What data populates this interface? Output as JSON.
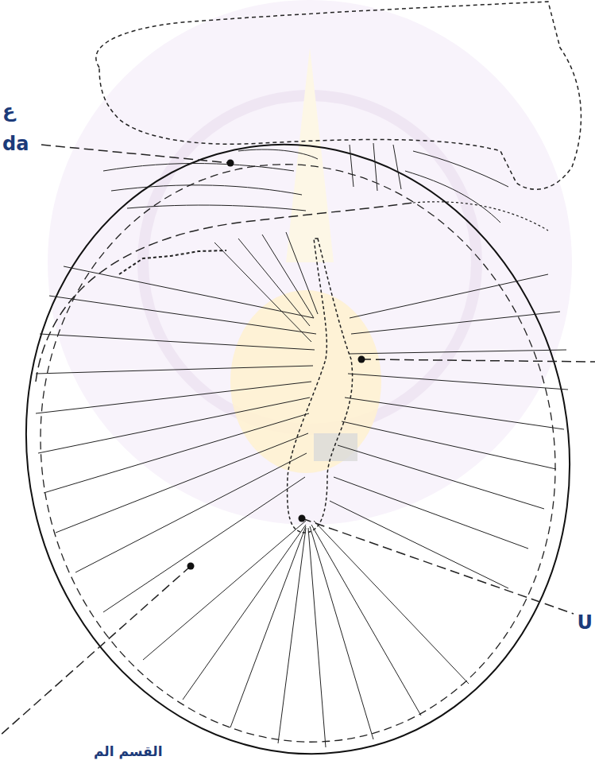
{
  "diagram": {
    "labels": [
      "ع",
      "da",
      "U",
      "القسم الم"
    ]
  }
}
